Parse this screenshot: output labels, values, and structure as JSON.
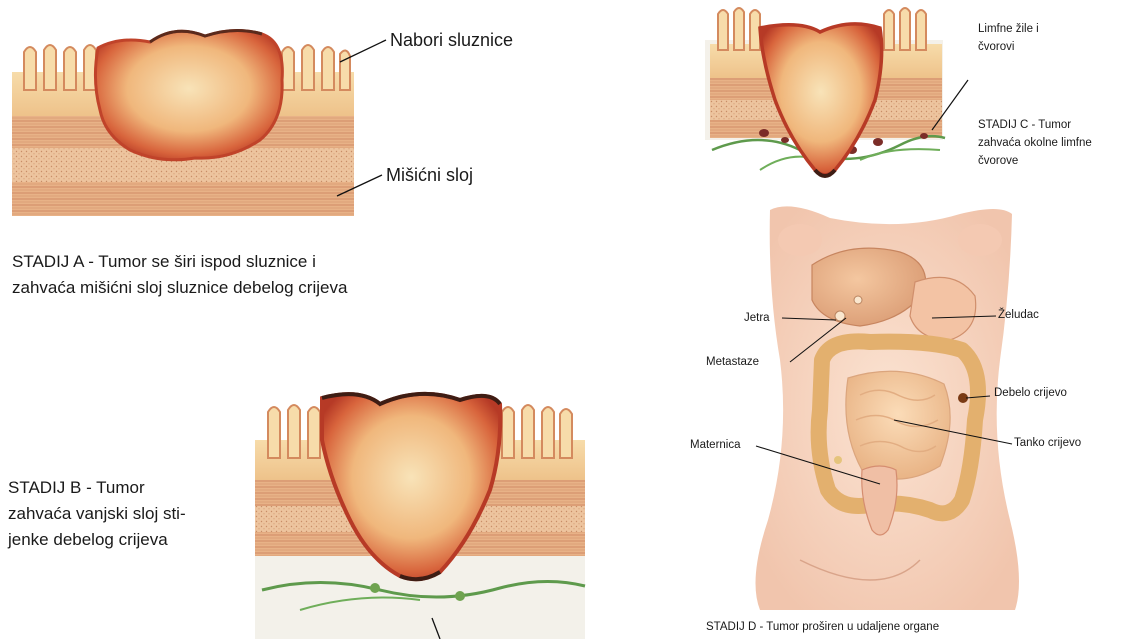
{
  "stage_a": {
    "label_folds": "Nabori sluznice",
    "label_muscle": "Mišićni sloj",
    "caption_line1": "STADIJ A - Tumor se širi ispod sluznice i",
    "caption_line2": "zahvaća mišićni sloj sluznice debelog crijeva"
  },
  "stage_b": {
    "caption_line1": "STADIJ B - Tumor",
    "caption_line2": "zahvaća vanjski sloj sti-",
    "caption_line3": "jenke debelog crijeva"
  },
  "stage_c": {
    "label_lymph_line1": "Limfne žile i",
    "label_lymph_line2": "čvorovi",
    "caption_line1": "STADIJ C - Tumor",
    "caption_line2": "zahvaća okolne limfne",
    "caption_line3": "čvorove"
  },
  "stage_d": {
    "label_liver": "Jetra",
    "label_metastases": "Metastaze",
    "label_uterus": "Maternica",
    "label_stomach": "Želudac",
    "label_large_intestine": "Debelo crijevo",
    "label_small_intestine": "Tanko crijevo",
    "caption": "STADIJ D - Tumor proširen u udaljene organe"
  },
  "colors": {
    "mucosa": "#f1c98b",
    "muscle": "#e3a77c",
    "tumor_core": "#f6dcae",
    "tumor_edge": "#c9472e",
    "tumor_dark": "#5a2a1c",
    "lymph_vessel": "#5e9a4c",
    "lymph_node": "#7b2d28",
    "skin": "#f7d6c2",
    "background": "#ffffff"
  }
}
